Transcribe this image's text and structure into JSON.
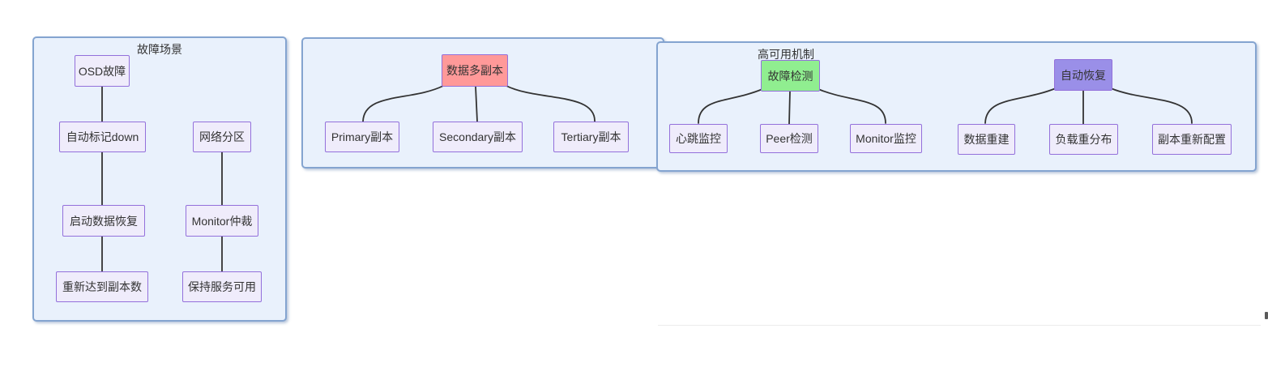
{
  "diagram": {
    "failure_scenarios": {
      "title": "故障场景",
      "osd_chain": [
        "OSD故障",
        "自动标记down",
        "启动数据恢复",
        "重新达到副本数"
      ],
      "network_chain": [
        "网络分区",
        "Monitor仲裁",
        "保持服务可用"
      ]
    },
    "replication": {
      "root": "数据多副本",
      "children": [
        "Primary副本",
        "Secondary副本",
        "Tertiary副本"
      ]
    },
    "high_availability": {
      "title": "高可用机制",
      "fault_detection": {
        "root": "故障检测",
        "children": [
          "心跳监控",
          "Peer检测",
          "Monitor监控"
        ]
      },
      "auto_recovery": {
        "root": "自动恢复",
        "children": [
          "数据重建",
          "负载重分布",
          "副本重新配置"
        ]
      }
    },
    "colors": {
      "node_fill": "#efecfb",
      "node_border": "#9370DB",
      "replica_root_fill": "#ff9999",
      "detection_root_fill": "#90ee90",
      "recovery_root_fill": "#9a8fe8",
      "cluster_fill": "#e9f1fc",
      "cluster_border": "#84a4d0",
      "edge_color": "#333333"
    }
  }
}
